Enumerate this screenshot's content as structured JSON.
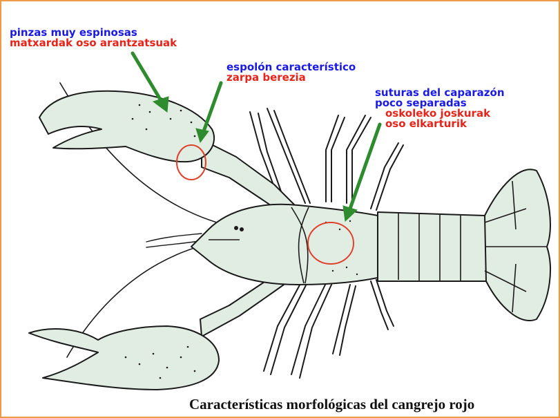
{
  "labels": {
    "pinzas": {
      "es": "pinzas muy espinosas",
      "eu": "matxardak oso arantzatsuak"
    },
    "espolon": {
      "es": "espolón característico",
      "eu": "zarpa berezia"
    },
    "suturas": {
      "es_1": "suturas del caparazón",
      "es_2": "poco separadas",
      "eu_1": "oskoleko joskurak",
      "eu_2": "oso elkarturik"
    }
  },
  "caption": "Características morfológicas del cangrejo rojo",
  "colors": {
    "spanish_text": "#1a1ae6",
    "basque_text": "#e8231a",
    "arrows": "#2e8b2e",
    "highlight_circles": "#e0402a",
    "body_fill": "#e1ede3",
    "outline": "#1a1a1a",
    "border": "#ef9a45"
  },
  "icons": [
    "crayfish-illustration",
    "pointer-arrow",
    "highlight-circle"
  ]
}
